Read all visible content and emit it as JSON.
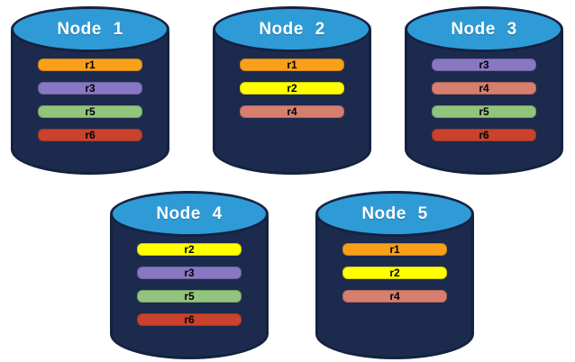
{
  "diagram": {
    "description": "Five database nodes shown as cylinders, each containing colored replica bars"
  },
  "colors": {
    "background": "#FFFFFF",
    "cylinder_body": "#1C2A4E",
    "cylinder_outline": "#142240",
    "cylinder_top": "#2F9BD6",
    "label_text": "#FFFFFF",
    "replica_text": "#000000"
  },
  "replica_colors": {
    "r1": "#F9A01B",
    "r2": "#FFFF00",
    "r3": "#8878C3",
    "r4": "#D77F6F",
    "r5": "#93C47D",
    "r6": "#C9422B"
  },
  "nodes": [
    {
      "label": "Node 1",
      "replicas": [
        "r1",
        "r3",
        "r5",
        "r6"
      ]
    },
    {
      "label": "Node 2",
      "replicas": [
        "r1",
        "r2",
        "r4"
      ]
    },
    {
      "label": "Node 3",
      "replicas": [
        "r3",
        "r4",
        "r5",
        "r6"
      ]
    },
    {
      "label": "Node 4",
      "replicas": [
        "r2",
        "r3",
        "r5",
        "r6"
      ]
    },
    {
      "label": "Node 5",
      "replicas": [
        "r1",
        "r2",
        "r4"
      ]
    }
  ]
}
